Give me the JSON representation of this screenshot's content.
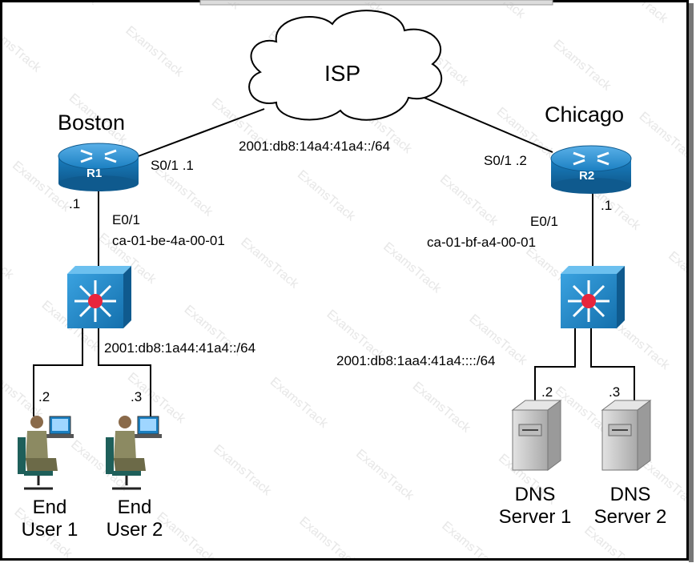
{
  "isp": {
    "label": "ISP"
  },
  "wan": {
    "network": "2001:db8:14a4:41a4::/64"
  },
  "boston": {
    "site": "Boston",
    "router": "R1",
    "serial_label": "S0/1 .1",
    "lan_host": ".1",
    "eth_port": "E0/1",
    "mac": "ca-01-be-4a-00-01",
    "lan_network": "2001:db8:1a44:41a4::/64",
    "hosts": [
      {
        "addr": ".2",
        "name_line1": "End",
        "name_line2": "User 1"
      },
      {
        "addr": ".3",
        "name_line1": "End",
        "name_line2": "User 2"
      }
    ]
  },
  "chicago": {
    "site": "Chicago",
    "router": "R2",
    "serial_label": "S0/1 .2",
    "lan_host": ".1",
    "eth_port": "E0/1",
    "mac": "ca-01-bf-a4-00-01",
    "lan_network": "2001:db8:1aa4:41a4::::/64",
    "hosts": [
      {
        "addr": ".2",
        "name_line1": "DNS",
        "name_line2": "Server 1"
      },
      {
        "addr": ".3",
        "name_line1": "DNS",
        "name_line2": "Server 2"
      }
    ]
  },
  "colors": {
    "router_blue": "#1a7fc1",
    "switch_blue": "#1e88c8",
    "switch_center": "#e8243c",
    "frame_border": "#000000",
    "server_gray": "#c9c9c9"
  }
}
